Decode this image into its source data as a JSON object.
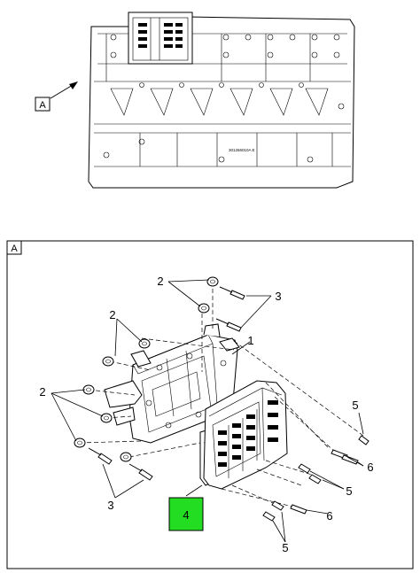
{
  "overview": {
    "callout": "A",
    "engine_stamp": "301266010A E"
  },
  "detail": {
    "frame_label": "A",
    "callouts": {
      "c1": "1",
      "c2a": "2",
      "c2b": "2",
      "c2c": "2",
      "c3a": "3",
      "c3b": "3",
      "c4": "4",
      "c5a": "5",
      "c5b": "5",
      "c5c": "5",
      "c6a": "6",
      "c6b": "6"
    }
  },
  "colors": {
    "highlight": "#22dd22",
    "line": "#000000",
    "background": "#ffffff"
  }
}
